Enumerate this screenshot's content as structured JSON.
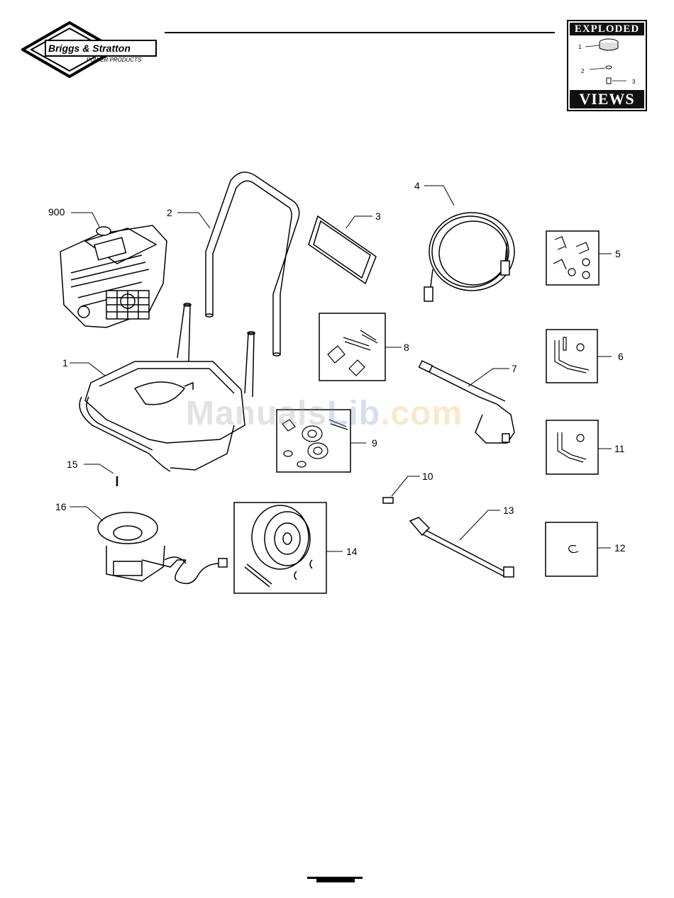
{
  "brand": {
    "name": "Briggs & Stratton",
    "division": "POWER PRODUCTS"
  },
  "badge": {
    "top": "EXPLODED",
    "bottom": "VIEWS",
    "callouts": [
      "1",
      "2",
      "3"
    ]
  },
  "watermark": {
    "part1": "Manuals",
    "part2": "Lib",
    "part3": ".com"
  },
  "callouts": {
    "c900": "900",
    "c1": "1",
    "c2": "2",
    "c3": "3",
    "c4": "4",
    "c5": "5",
    "c6": "6",
    "c7": "7",
    "c8": "8",
    "c9": "9",
    "c10": "10",
    "c11": "11",
    "c12": "12",
    "c13": "13",
    "c14": "14",
    "c15": "15",
    "c16": "16"
  },
  "colors": {
    "ink": "#000000",
    "paper": "#ffffff"
  }
}
